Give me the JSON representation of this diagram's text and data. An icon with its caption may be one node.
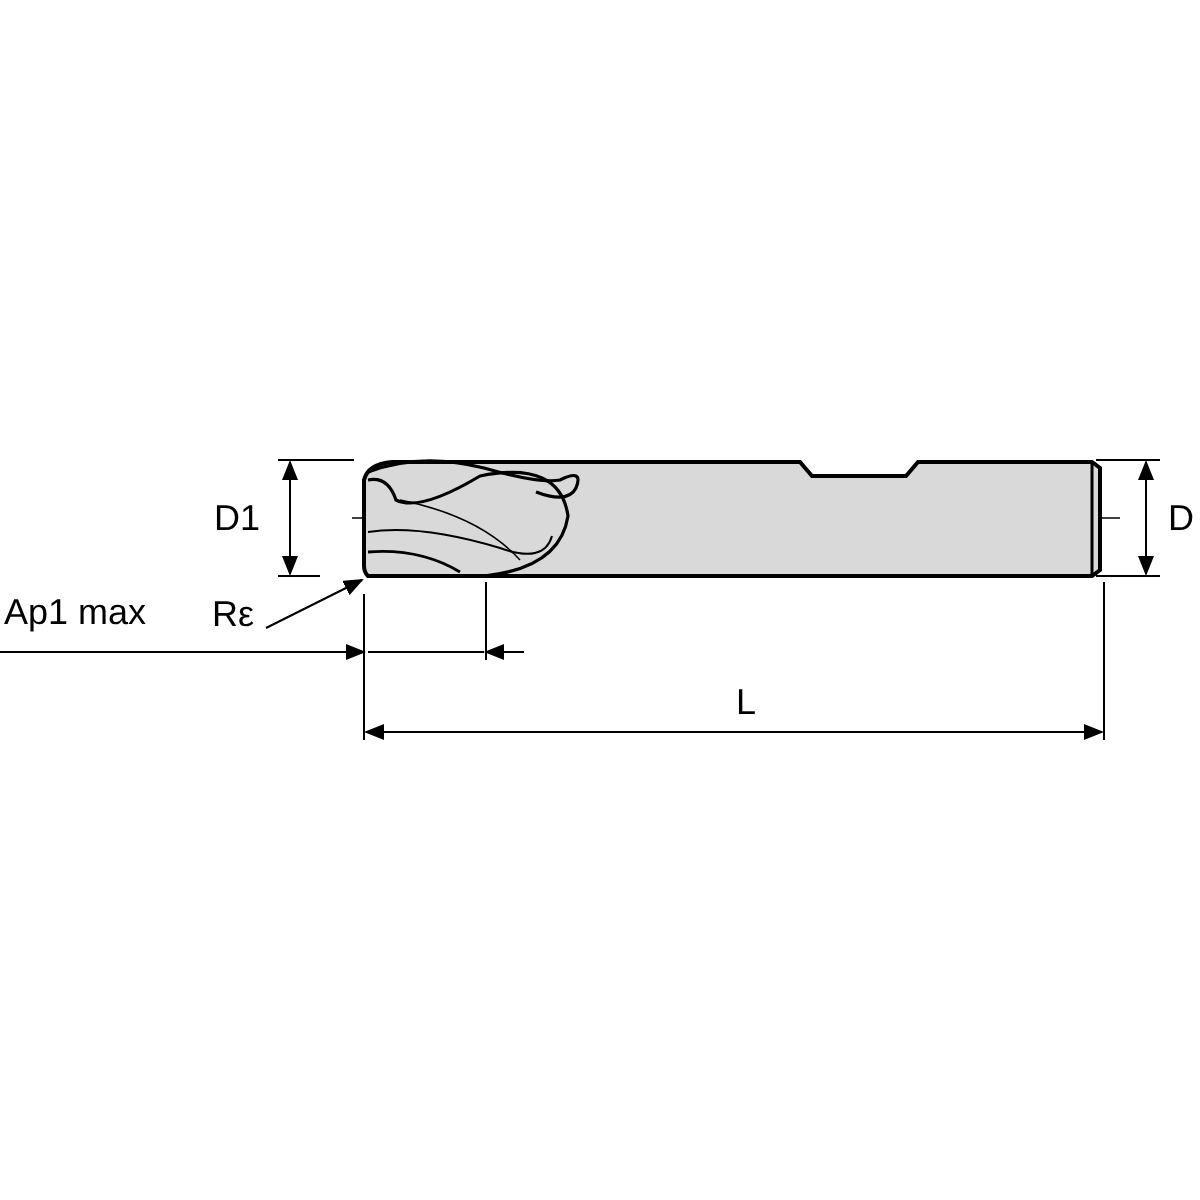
{
  "diagram": {
    "nodes": [
      {
        "text": [
          "Rε"
        ]
      },
      {
        "text": [],
        "shape": "picture"
      }
    ],
    "edges": [
      {
        "from": 0,
        "to": 1,
        "arrow": "to"
      }
    ],
    "labels": [
      "D1",
      "D",
      "Ap1 max",
      "L"
    ]
  }
}
